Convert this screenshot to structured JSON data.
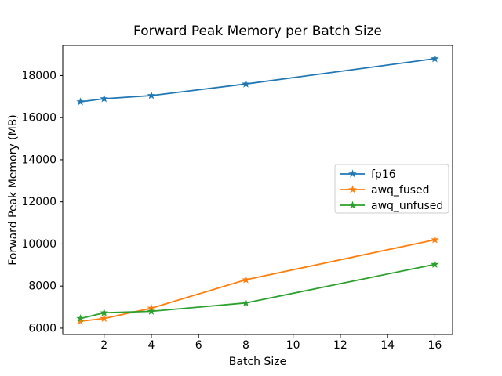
{
  "window": {
    "background": "#ffffff",
    "text_color": "#000000"
  },
  "chart_data": {
    "type": "line",
    "title": "Forward Peak Memory per Batch Size",
    "xlabel": "Batch Size",
    "ylabel": "Forward Peak Memory (MB)",
    "x": [
      1,
      2,
      4,
      8,
      16
    ],
    "series": [
      {
        "name": "fp16",
        "color": "#1f77b4",
        "marker": "star",
        "values": [
          16750,
          16900,
          17050,
          17600,
          18800
        ]
      },
      {
        "name": "awq_fused",
        "color": "#ff7f0e",
        "marker": "star",
        "values": [
          6330,
          6460,
          6950,
          8300,
          10200
        ]
      },
      {
        "name": "awq_unfused",
        "color": "#2ca02c",
        "marker": "star",
        "values": [
          6460,
          6730,
          6800,
          7200,
          9030
        ]
      }
    ],
    "xticks": [
      2,
      4,
      6,
      8,
      10,
      12,
      14,
      16
    ],
    "yticks": [
      6000,
      8000,
      10000,
      12000,
      14000,
      16000,
      18000
    ],
    "xlim": [
      0.25,
      16.75
    ],
    "ylim": [
      5700,
      19430
    ],
    "grid": false,
    "legend": {
      "position": "center-right",
      "border_color": "#cccccc",
      "background": "#ffffff"
    }
  }
}
